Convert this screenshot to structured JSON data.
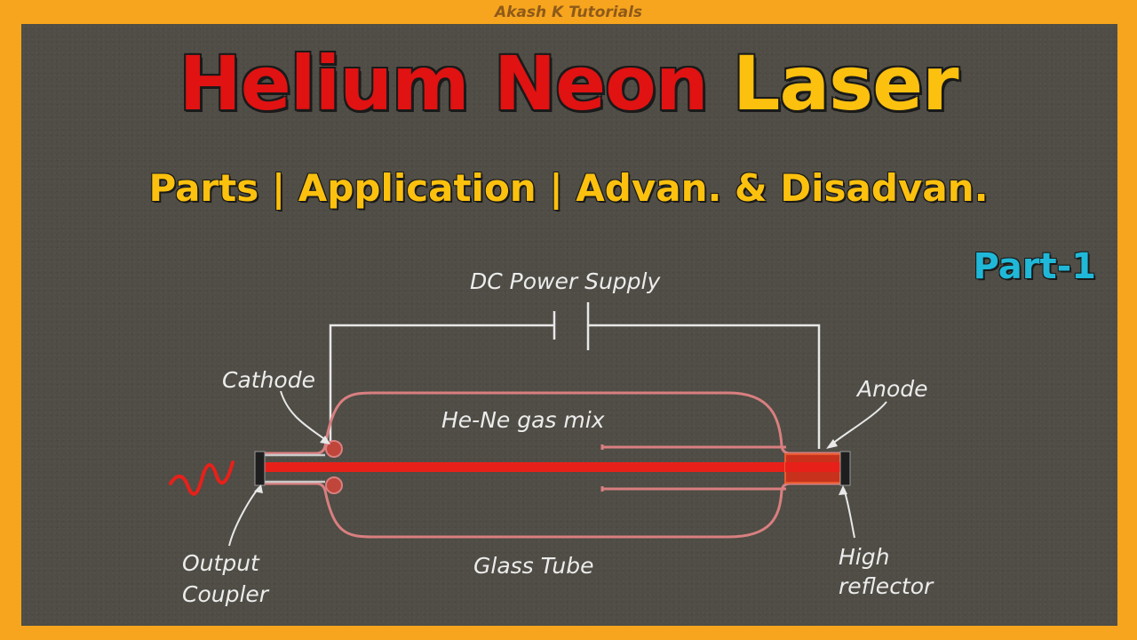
{
  "watermark": "Akash K Tutorials",
  "title": {
    "part1": "Helium Neon",
    "part2": "Laser"
  },
  "subtitle": "Parts | Application | Advan. & Disadvan.",
  "part_label": "Part-1",
  "diagram": {
    "power_supply": "DC Power Supply",
    "cathode": "Cathode",
    "anode": "Anode",
    "gas_mix": "He-Ne gas mix",
    "glass_tube": "Glass Tube",
    "output_coupler": [
      "Output",
      "Coupler"
    ],
    "high_reflector": [
      "High",
      "reflector"
    ]
  },
  "colors": {
    "frame": "#f7a51e",
    "board": "#4f4d45",
    "title_red": "#e01212",
    "title_yellow": "#fcc10e",
    "part_cyan": "#20b8d8",
    "tube_pink": "#d97f80",
    "beam_red": "#e8201a",
    "label_white": "#ececec"
  }
}
